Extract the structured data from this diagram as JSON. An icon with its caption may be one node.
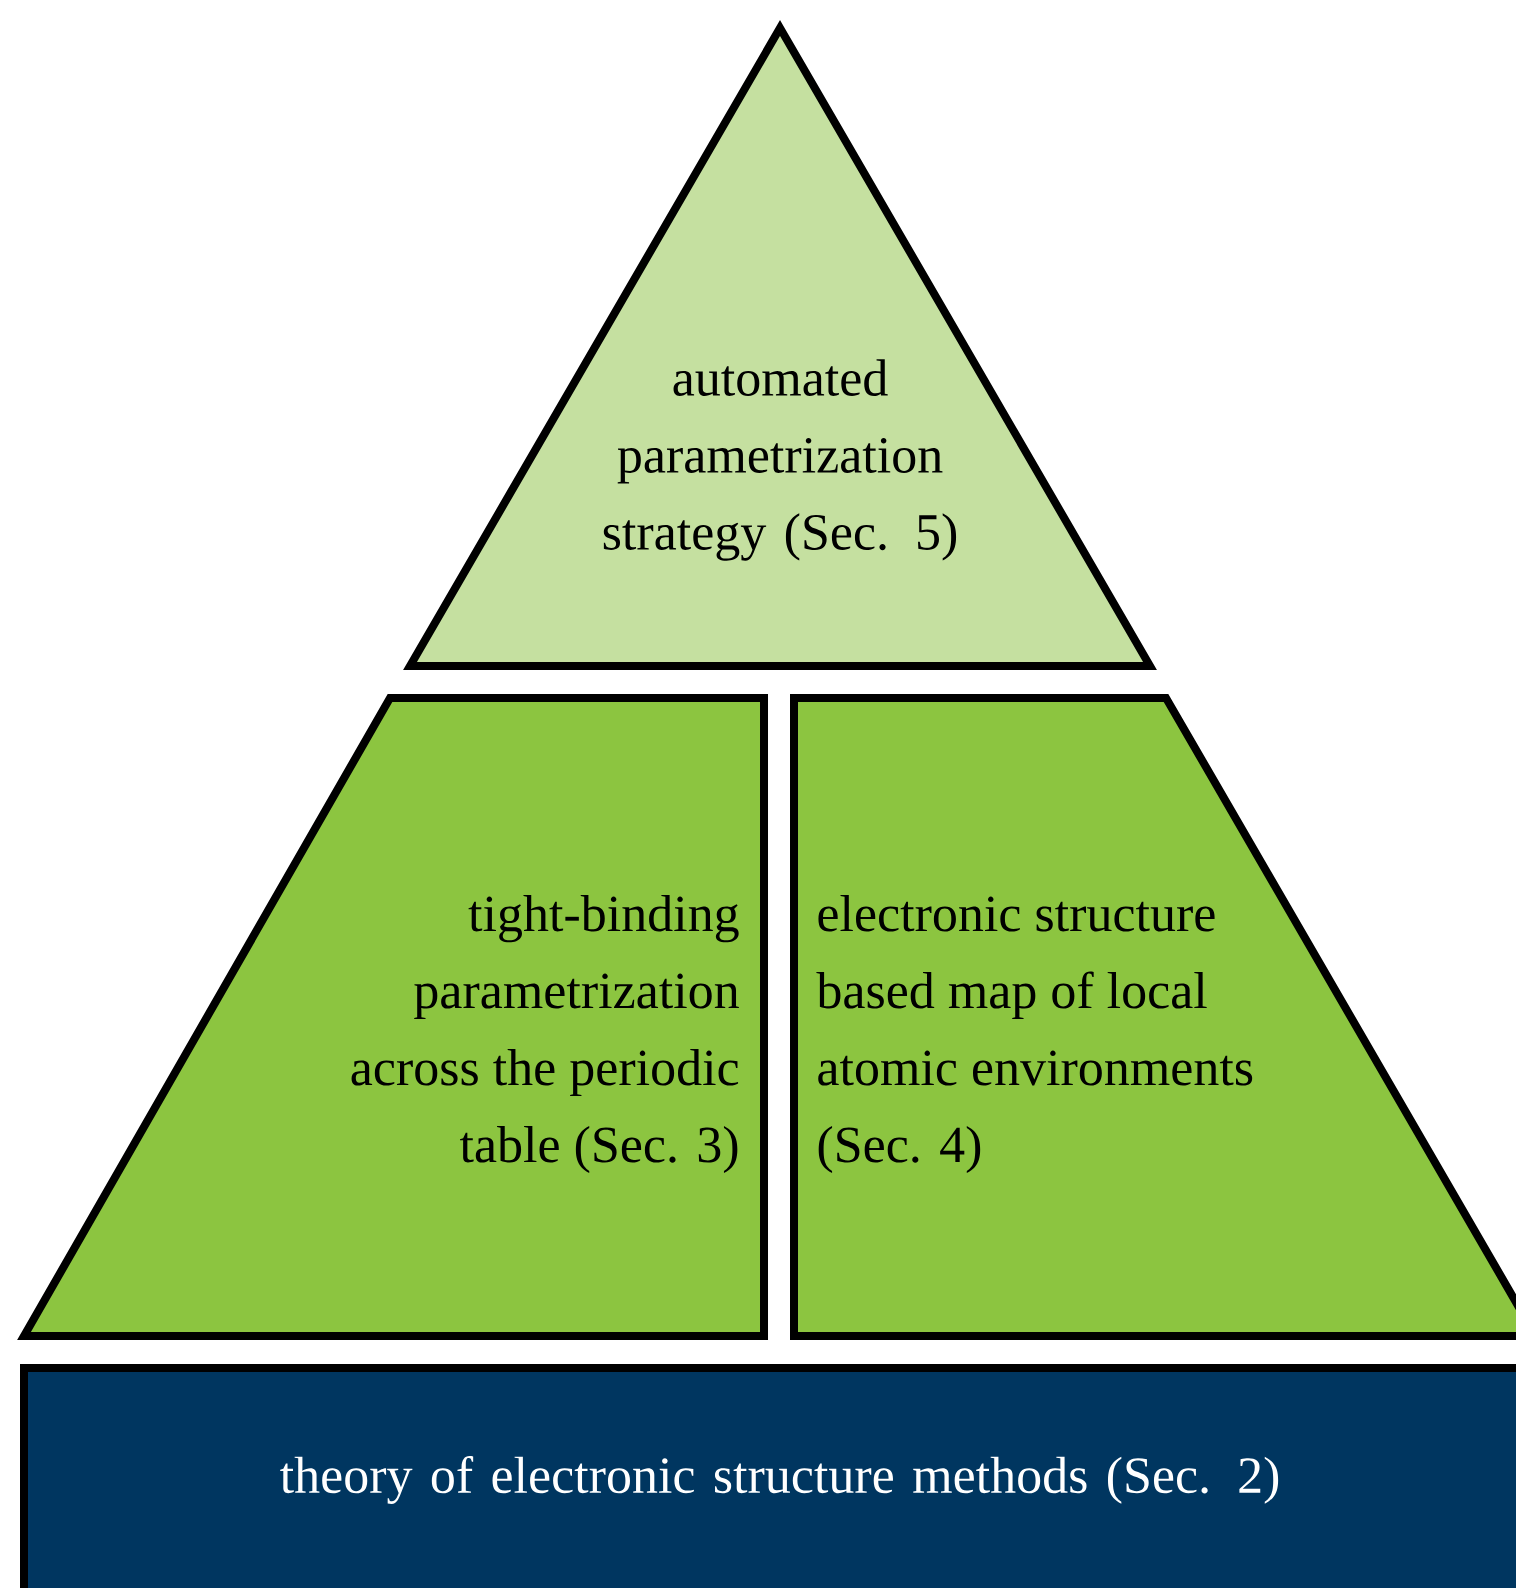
{
  "diagram": {
    "nodes": [
      {
        "text": [
          "automated parametrization strategy (Sec. 5)"
        ]
      },
      {
        "text": [
          "tight-binding parametrization across the periodic table (Sec. 3)"
        ]
      },
      {
        "text": [
          "electronic structure based map of local atomic environments (Sec. 4)"
        ]
      },
      {
        "text": [
          "theory of electronic structure methods (Sec. 2)"
        ]
      }
    ]
  }
}
